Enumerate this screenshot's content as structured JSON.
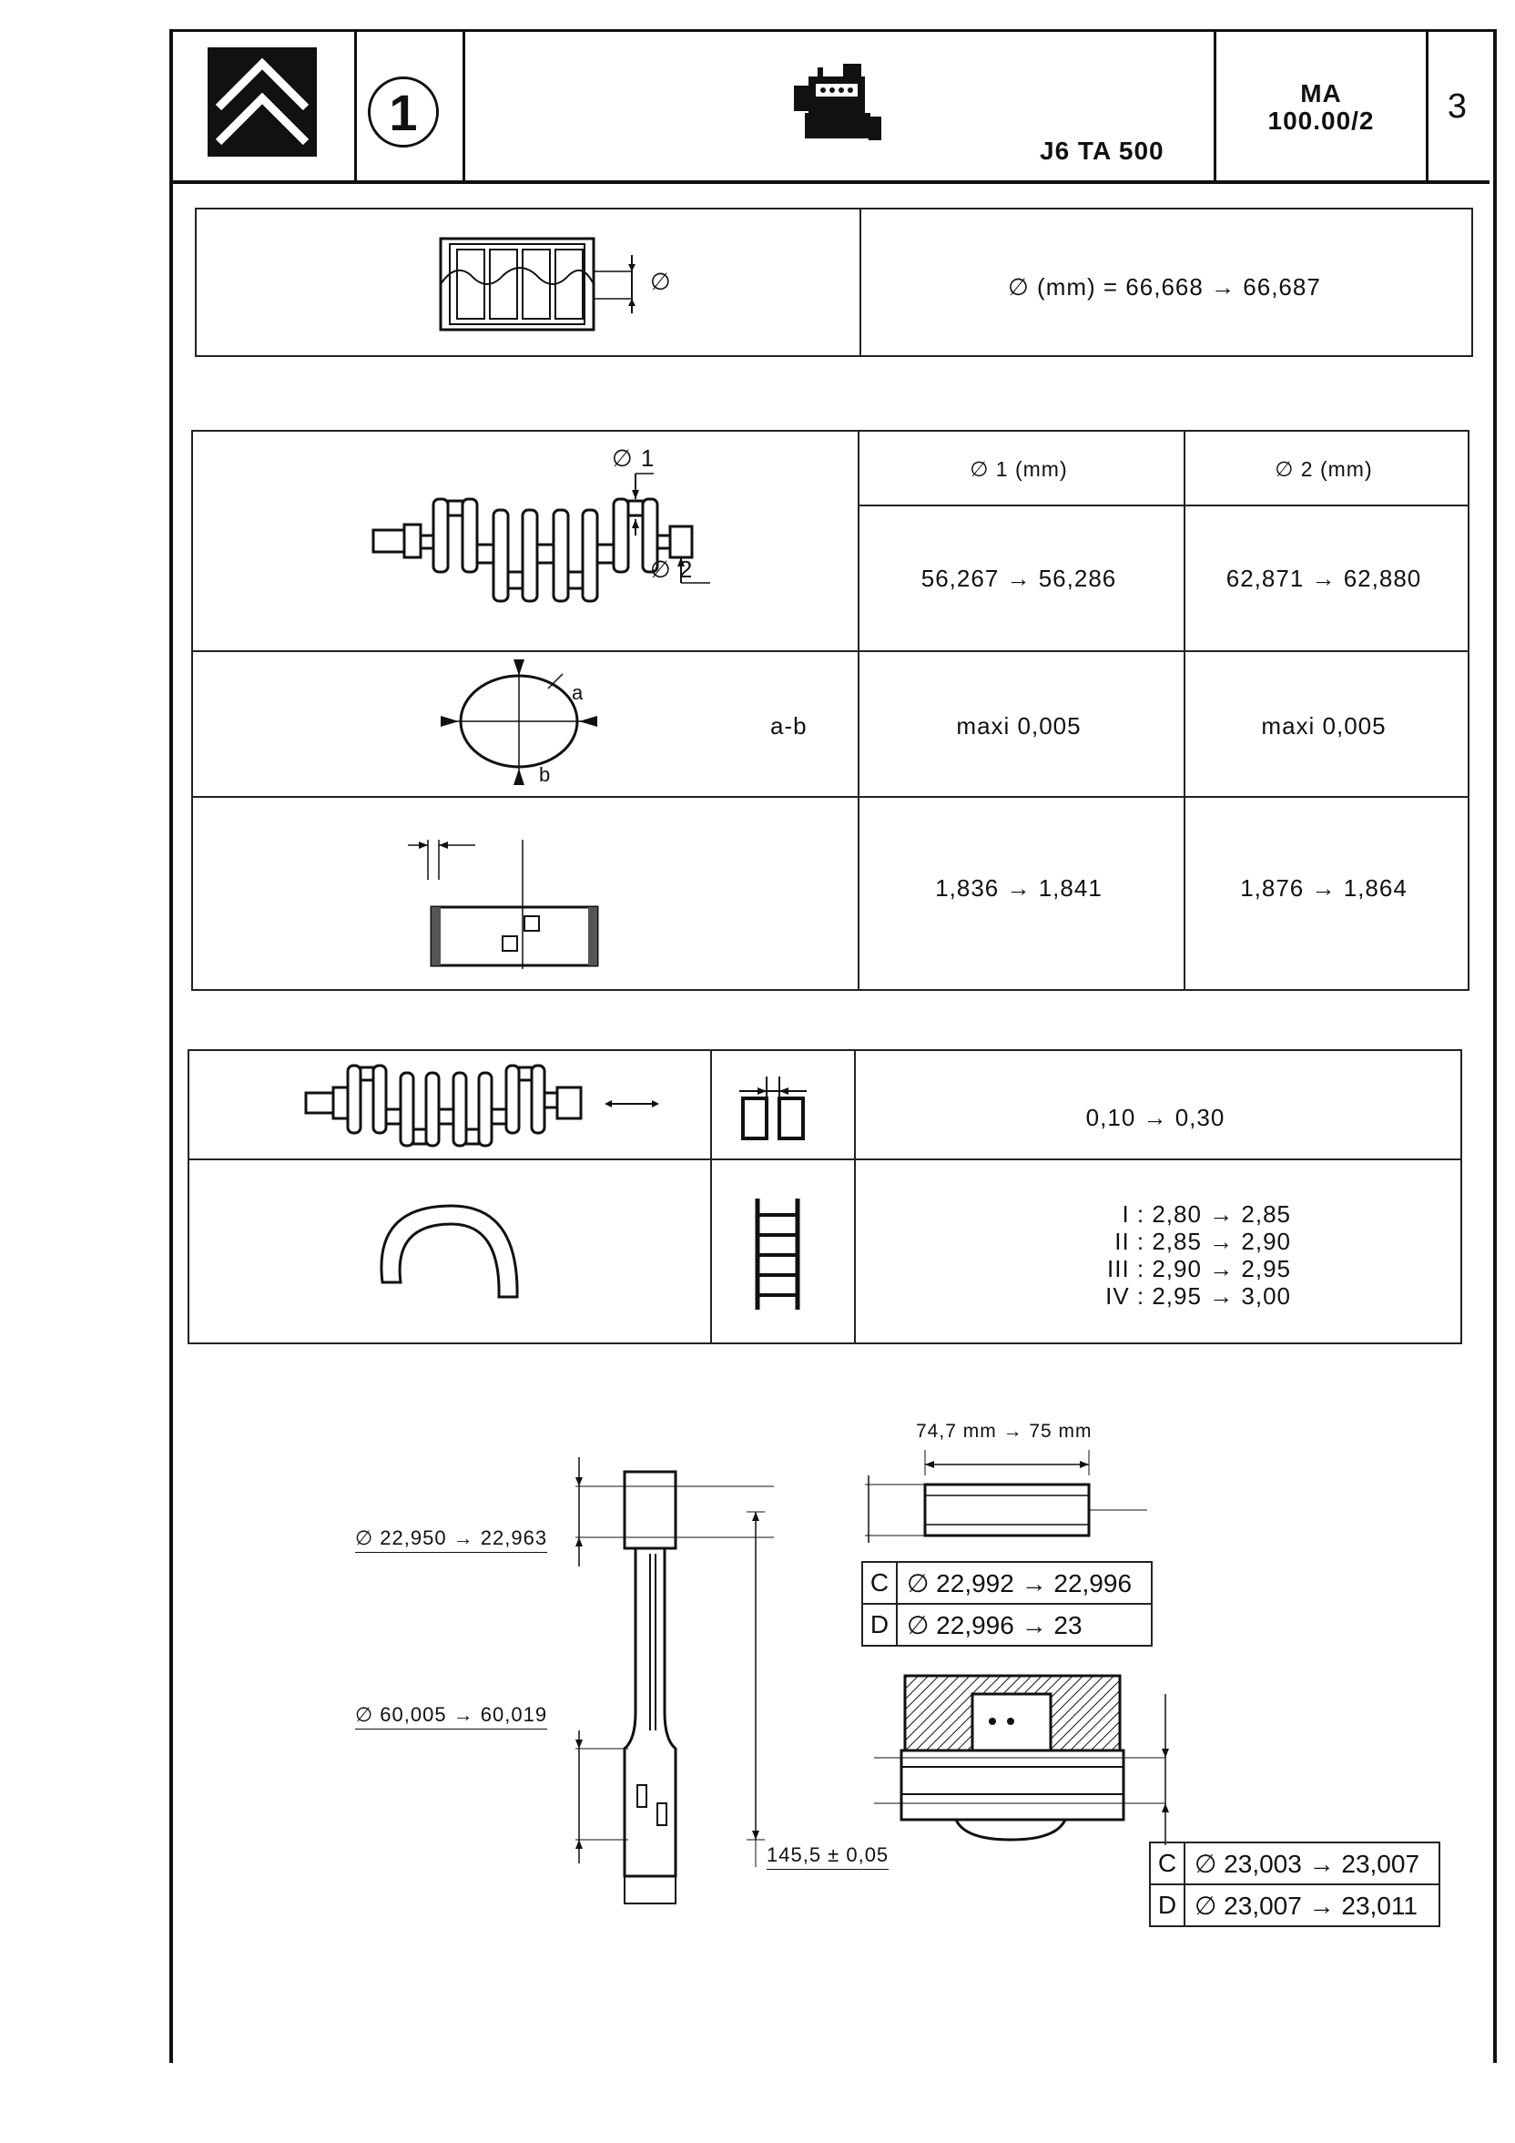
{
  "header": {
    "model": "J6 TA 500",
    "ref_line1": "MA",
    "ref_line2": "100.00/2",
    "page_no": "3",
    "section_no": "1"
  },
  "bore": {
    "label": "∅",
    "value": "∅ (mm) = 66,668 → 66,687"
  },
  "crank": {
    "d1_label": "∅ 1",
    "d2_label": "∅ 2",
    "col1_header": "∅ 1 (mm)",
    "col2_header": "∅ 2 (mm)",
    "diameter_1": "56,267 → 56,286",
    "diameter_2": "62,871 → 62,880",
    "oval_a": "a",
    "oval_b": "b",
    "ovality_label": "a-b",
    "ovality_1": "maxi 0,005",
    "ovality_2": "maxi 0,005",
    "thickness_1": "1,836 → 1,841",
    "thickness_2": "1,876 → 1,864"
  },
  "endplay": {
    "value": "0,10 → 0,30",
    "thrust_ranks": [
      "I  :  2,80 → 2,85",
      "II  :  2,85 → 2,90",
      "III  :  2,90 → 2,95",
      "IV  :  2,95 → 3,00"
    ]
  },
  "conrod": {
    "small_end": "∅ 22,950 → 22,963",
    "big_end": "∅ 60,005 → 60,019",
    "centre_distance": "145,5 ± 0,05",
    "pin_length": "74,7 mm → 75 mm",
    "pin_table": [
      {
        "cls": "C",
        "val": "∅ 22,992 → 22,996"
      },
      {
        "cls": "D",
        "val": "∅ 22,996 → 23"
      }
    ],
    "piston_table": [
      {
        "cls": "C",
        "val": "∅ 23,003 → 23,007"
      },
      {
        "cls": "D",
        "val": "∅ 23,007 → 23,011"
      }
    ]
  }
}
